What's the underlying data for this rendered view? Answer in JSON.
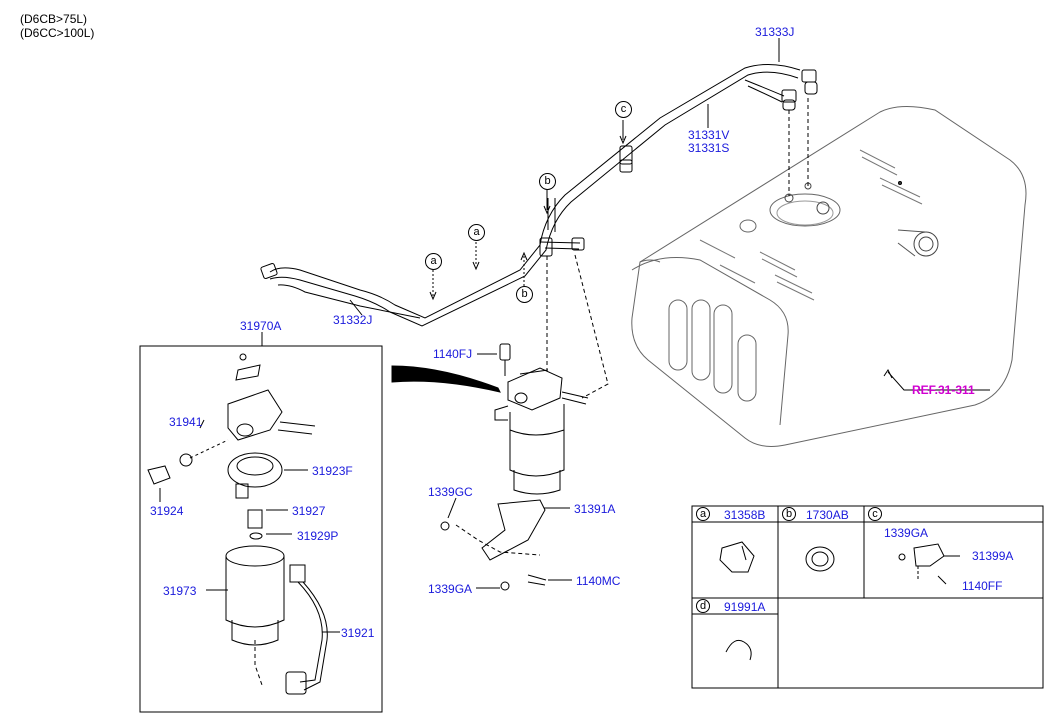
{
  "variant_notes": [
    "(D6CB>75L)",
    "(D6CC>100L)"
  ],
  "accent_colors": {
    "part_number": "#1a1adc",
    "reference": "#d000d0",
    "line": "#000000"
  },
  "part_labels": {
    "p31333J": "31333J",
    "p31331V": "31331V",
    "p31331S": "31331S",
    "p31332J": "31332J",
    "p31970A": "31970A",
    "p1140FJ": "1140FJ",
    "p31941": "31941",
    "p31923F": "31923F",
    "p31924": "31924",
    "p31927": "31927",
    "p31929P": "31929P",
    "p31973": "31973",
    "p31921": "31921",
    "p1339GC": "1339GC",
    "p31391A": "31391A",
    "p1339GA": "1339GA",
    "p1140MC": "1140MC"
  },
  "reference_label": "REF.31-311",
  "callouts": {
    "a": "a",
    "b": "b",
    "c": "c"
  },
  "legend": {
    "a": {
      "letter": "a",
      "part": "31358B"
    },
    "b": {
      "letter": "b",
      "part": "1730AB"
    },
    "c": {
      "letter": "c",
      "part_top": "1339GA",
      "part_right": "31399A",
      "part_bottom": "1140FF"
    },
    "d": {
      "letter": "d",
      "part": "91991A"
    }
  }
}
